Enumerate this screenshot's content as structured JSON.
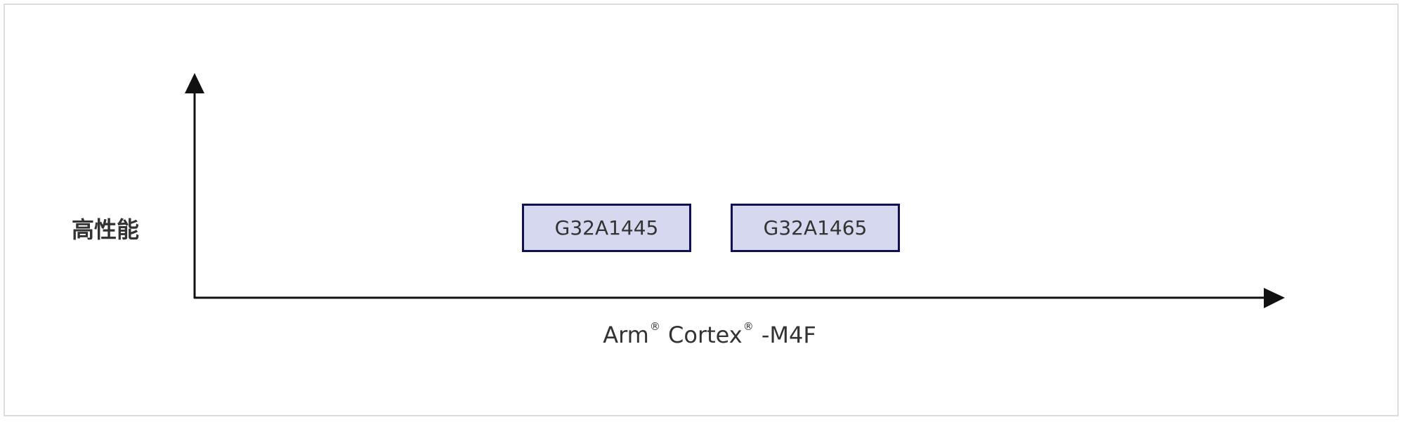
{
  "diagram": {
    "y_axis_label": "高性能",
    "x_axis_label": {
      "part1": "Arm",
      "reg1": "®",
      "part2": " Cortex",
      "reg2": "®",
      "part3": " -M4F"
    },
    "products": [
      {
        "name": "G32A1445"
      },
      {
        "name": "G32A1465"
      }
    ],
    "colors": {
      "axis": "#111111",
      "box_fill": "#d5d8ee",
      "box_border": "#0f0f52",
      "text": "#333333",
      "frame_border": "#dcdcdc"
    }
  }
}
